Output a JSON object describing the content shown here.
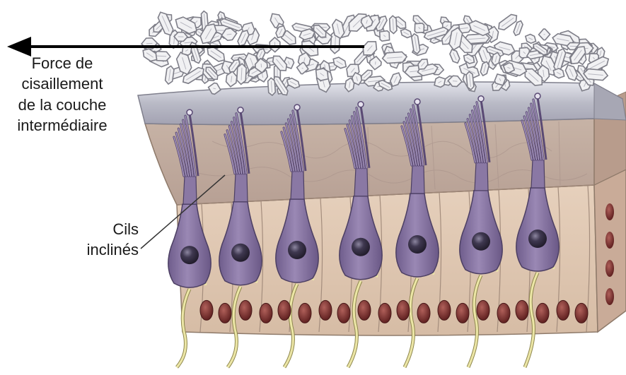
{
  "labels": {
    "shear_force": [
      "Force de",
      "cisaillement",
      "de la couche",
      "intermédiaire"
    ],
    "tilted_cilia": [
      "Cils",
      "inclinés"
    ]
  },
  "colors": {
    "otoconia": "#f1f1f3",
    "otoconia_edge": "#8a8a92",
    "gel_membrane": "#c9cad3",
    "gel_layer": "#cdb8aa",
    "support_tissue": "#e1c9b4",
    "hair_cell": "#8c7aa6",
    "hair_cell_dark": "#5e4f78",
    "nucleus": "#3a3344",
    "support_nucleus": "#7a2e2e",
    "nerve_fiber": "#e8e1a0",
    "arrow": "#000000"
  }
}
